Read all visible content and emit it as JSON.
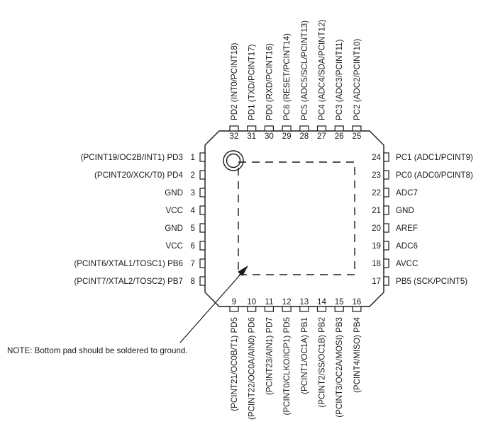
{
  "left_pins": [
    {
      "num": "1",
      "label": "(PCINT19/OC2B/INT1) PD3"
    },
    {
      "num": "2",
      "label": "(PCINT20/XCK/T0) PD4"
    },
    {
      "num": "3",
      "label": "GND"
    },
    {
      "num": "4",
      "label": "VCC"
    },
    {
      "num": "5",
      "label": "GND"
    },
    {
      "num": "6",
      "label": "VCC"
    },
    {
      "num": "7",
      "label": "(PCINT6/XTAL1/TOSC1) PB6"
    },
    {
      "num": "8",
      "label": "(PCINT7/XTAL2/TOSC2) PB7"
    }
  ],
  "right_pins": [
    {
      "num": "24",
      "label": "PC1 (ADC1/PCINT9)"
    },
    {
      "num": "23",
      "label": "PC0 (ADC0/PCINT8)"
    },
    {
      "num": "22",
      "label": "ADC7"
    },
    {
      "num": "21",
      "label": "GND"
    },
    {
      "num": "20",
      "label": "AREF"
    },
    {
      "num": "19",
      "label": "ADC6"
    },
    {
      "num": "18",
      "label": "AVCC"
    },
    {
      "num": "17",
      "label": "PB5 (SCK/PCINT5)"
    }
  ],
  "top_pins": [
    {
      "num": "32",
      "label": "PD2 (INT0/PCINT18)"
    },
    {
      "num": "31",
      "label": "PD1 (TXD/PCINT17)"
    },
    {
      "num": "30",
      "label": "PD0 (RXD/PCINT16)"
    },
    {
      "num": "29",
      "label": "PC6 (RESET/PCINT14)",
      "overline": "RESET"
    },
    {
      "num": "28",
      "label": "PC5 (ADC5/SCL/PCINT13)"
    },
    {
      "num": "27",
      "label": "PC4 (ADC4/SDA/PCINT12)"
    },
    {
      "num": "26",
      "label": "PC3 (ADC3/PCINT11)"
    },
    {
      "num": "25",
      "label": "PC2 (ADC2/PCINT10)"
    }
  ],
  "bottom_pins": [
    {
      "num": "9",
      "label": "(PCINT21/OC0B/T1) PD5"
    },
    {
      "num": "10",
      "label": "(PCINT22/OC0A/AIN0) PD6"
    },
    {
      "num": "11",
      "label": "(PCINT23/AIN1) PD7"
    },
    {
      "num": "12",
      "label": "(PCINT0/CLKO/ICP1) PD5"
    },
    {
      "num": "13",
      "label": "(PCINT1/OC1A) PB1"
    },
    {
      "num": "14",
      "label": "(PCINT2/SS/OC1B) PB2",
      "overline": "SS"
    },
    {
      "num": "15",
      "label": "(PCINT3/OC2A/MOSI) PB3"
    },
    {
      "num": "16",
      "label": "(PCINT4/MISO) PB4"
    }
  ],
  "note": "NOTE: Bottom pad should be soldered to ground."
}
